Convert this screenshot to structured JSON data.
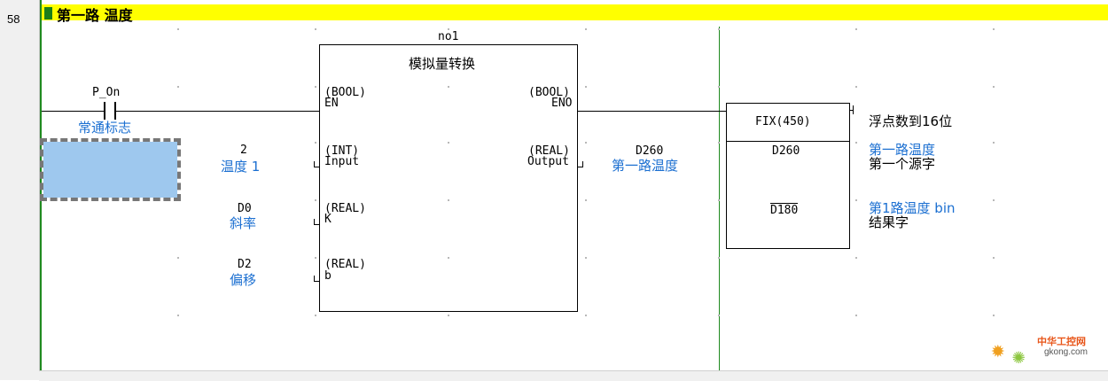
{
  "rung": {
    "number": "58",
    "comment": "第一路 温度"
  },
  "contact": {
    "name": "P_On",
    "comment": "常通标志"
  },
  "function_block": {
    "instance": "no1",
    "title": "模拟量转换",
    "pins_left": [
      {
        "type": "(BOOL)",
        "name": "EN"
      },
      {
        "type": "(INT)",
        "name": "Input"
      },
      {
        "type": "(REAL)",
        "name": "K"
      },
      {
        "type": "(REAL)",
        "name": "b"
      }
    ],
    "pins_right": [
      {
        "type": "(BOOL)",
        "name": "ENO"
      },
      {
        "type": "(REAL)",
        "name": "Output"
      }
    ],
    "inputs": [
      {
        "value": "2",
        "comment": "温度 1"
      },
      {
        "value": "D0",
        "comment": "斜率"
      },
      {
        "value": "D2",
        "comment": "偏移"
      }
    ],
    "output": {
      "value": "D260",
      "comment": "第一路温度"
    }
  },
  "fix_instruction": {
    "title": "FIX(450)",
    "description": "浮点数到16位",
    "operand1": "D260",
    "operand1_comment": "第一路温度",
    "operand1_desc": "第一个源字",
    "operand2": "D180",
    "operand2_comment": "第1路温度 bin",
    "operand2_desc": "结果字"
  },
  "watermark": {
    "brand": "中华工控网",
    "site": "gkong.com"
  },
  "colors": {
    "comment_bar": "#ffff00",
    "rail": "#1f8a1f",
    "comment_text": "#1b6fd1",
    "selection": "#9ec8ee"
  }
}
